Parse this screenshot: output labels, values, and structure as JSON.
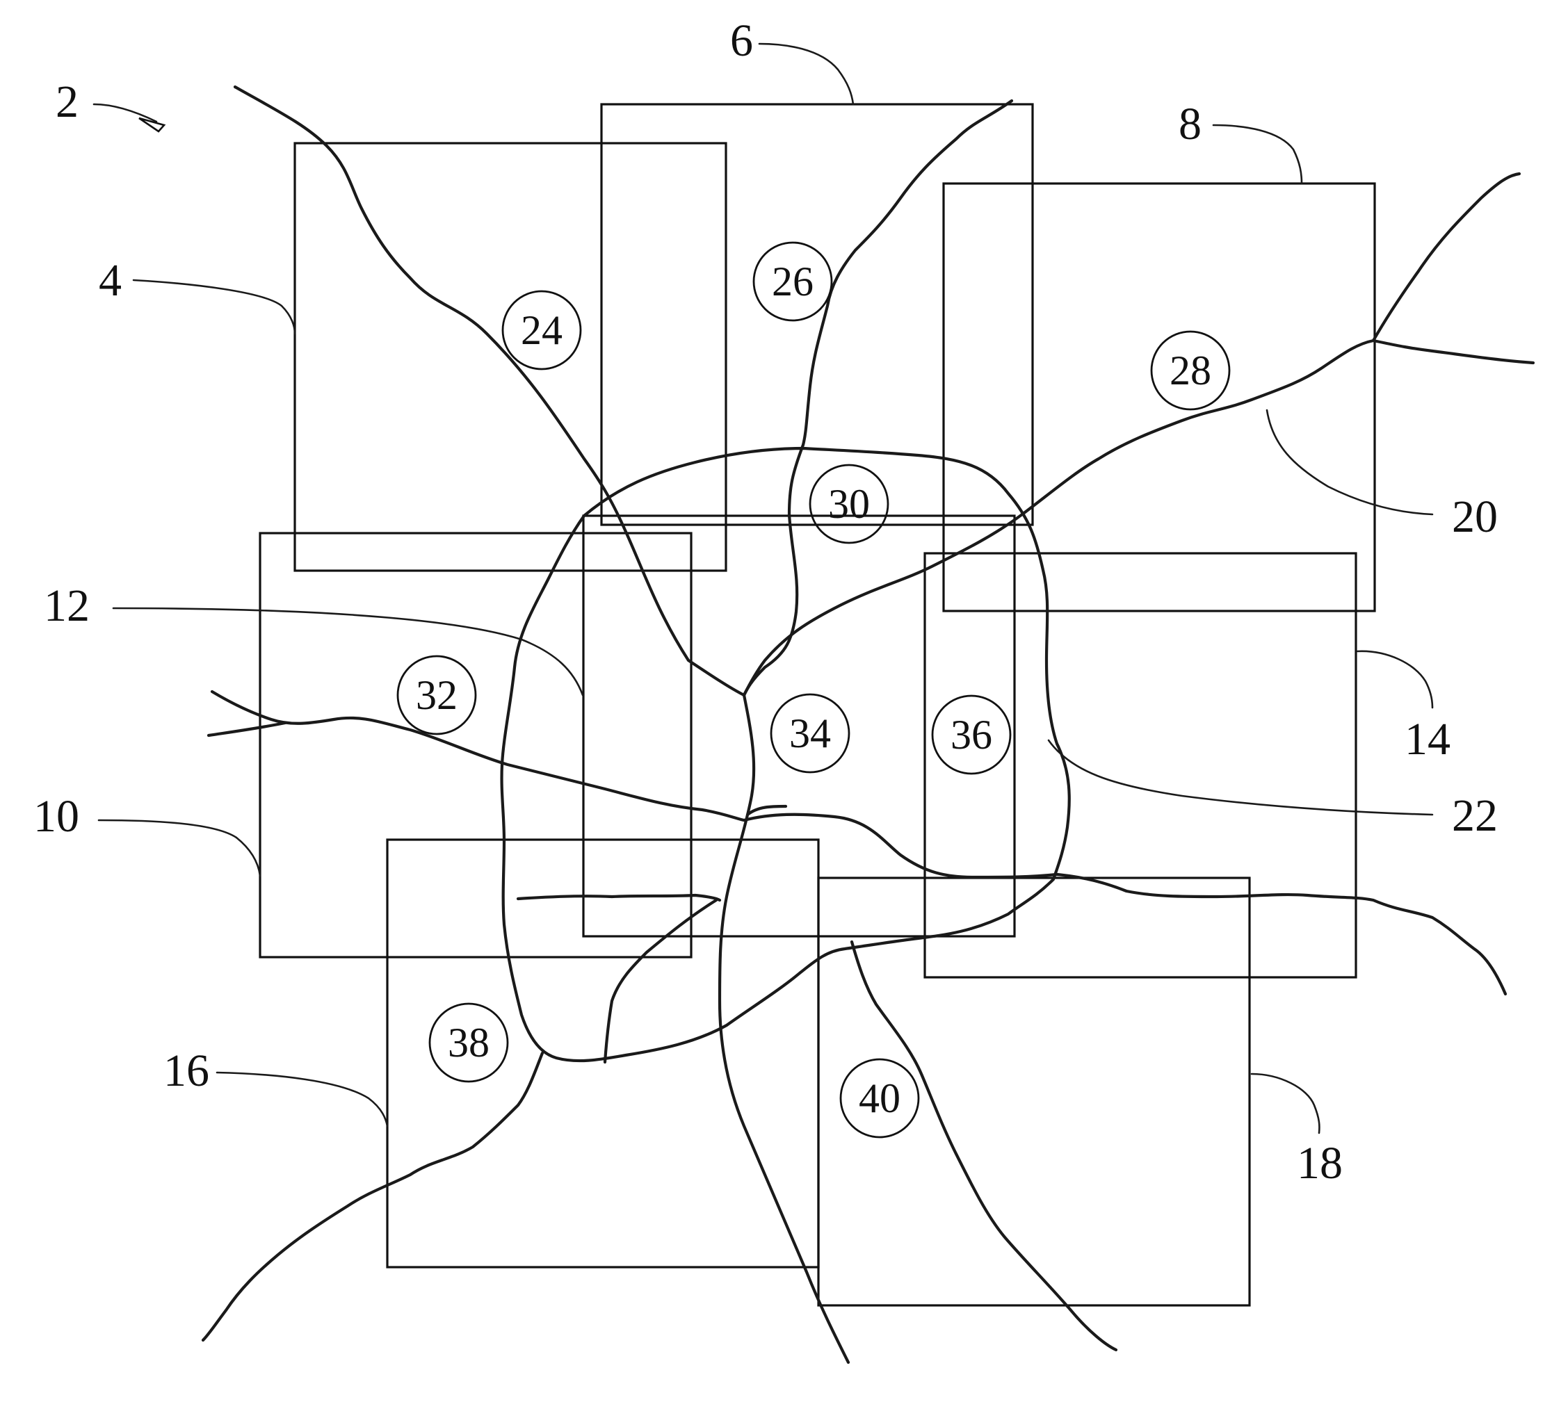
{
  "figure": {
    "overall_ref": "2",
    "tile_refs": [
      "4",
      "6",
      "8",
      "10",
      "12",
      "14",
      "16",
      "18"
    ],
    "road_refs": [
      "20",
      "22"
    ],
    "area_labels": [
      "24",
      "26",
      "28",
      "30",
      "32",
      "34",
      "36",
      "38",
      "40"
    ]
  }
}
